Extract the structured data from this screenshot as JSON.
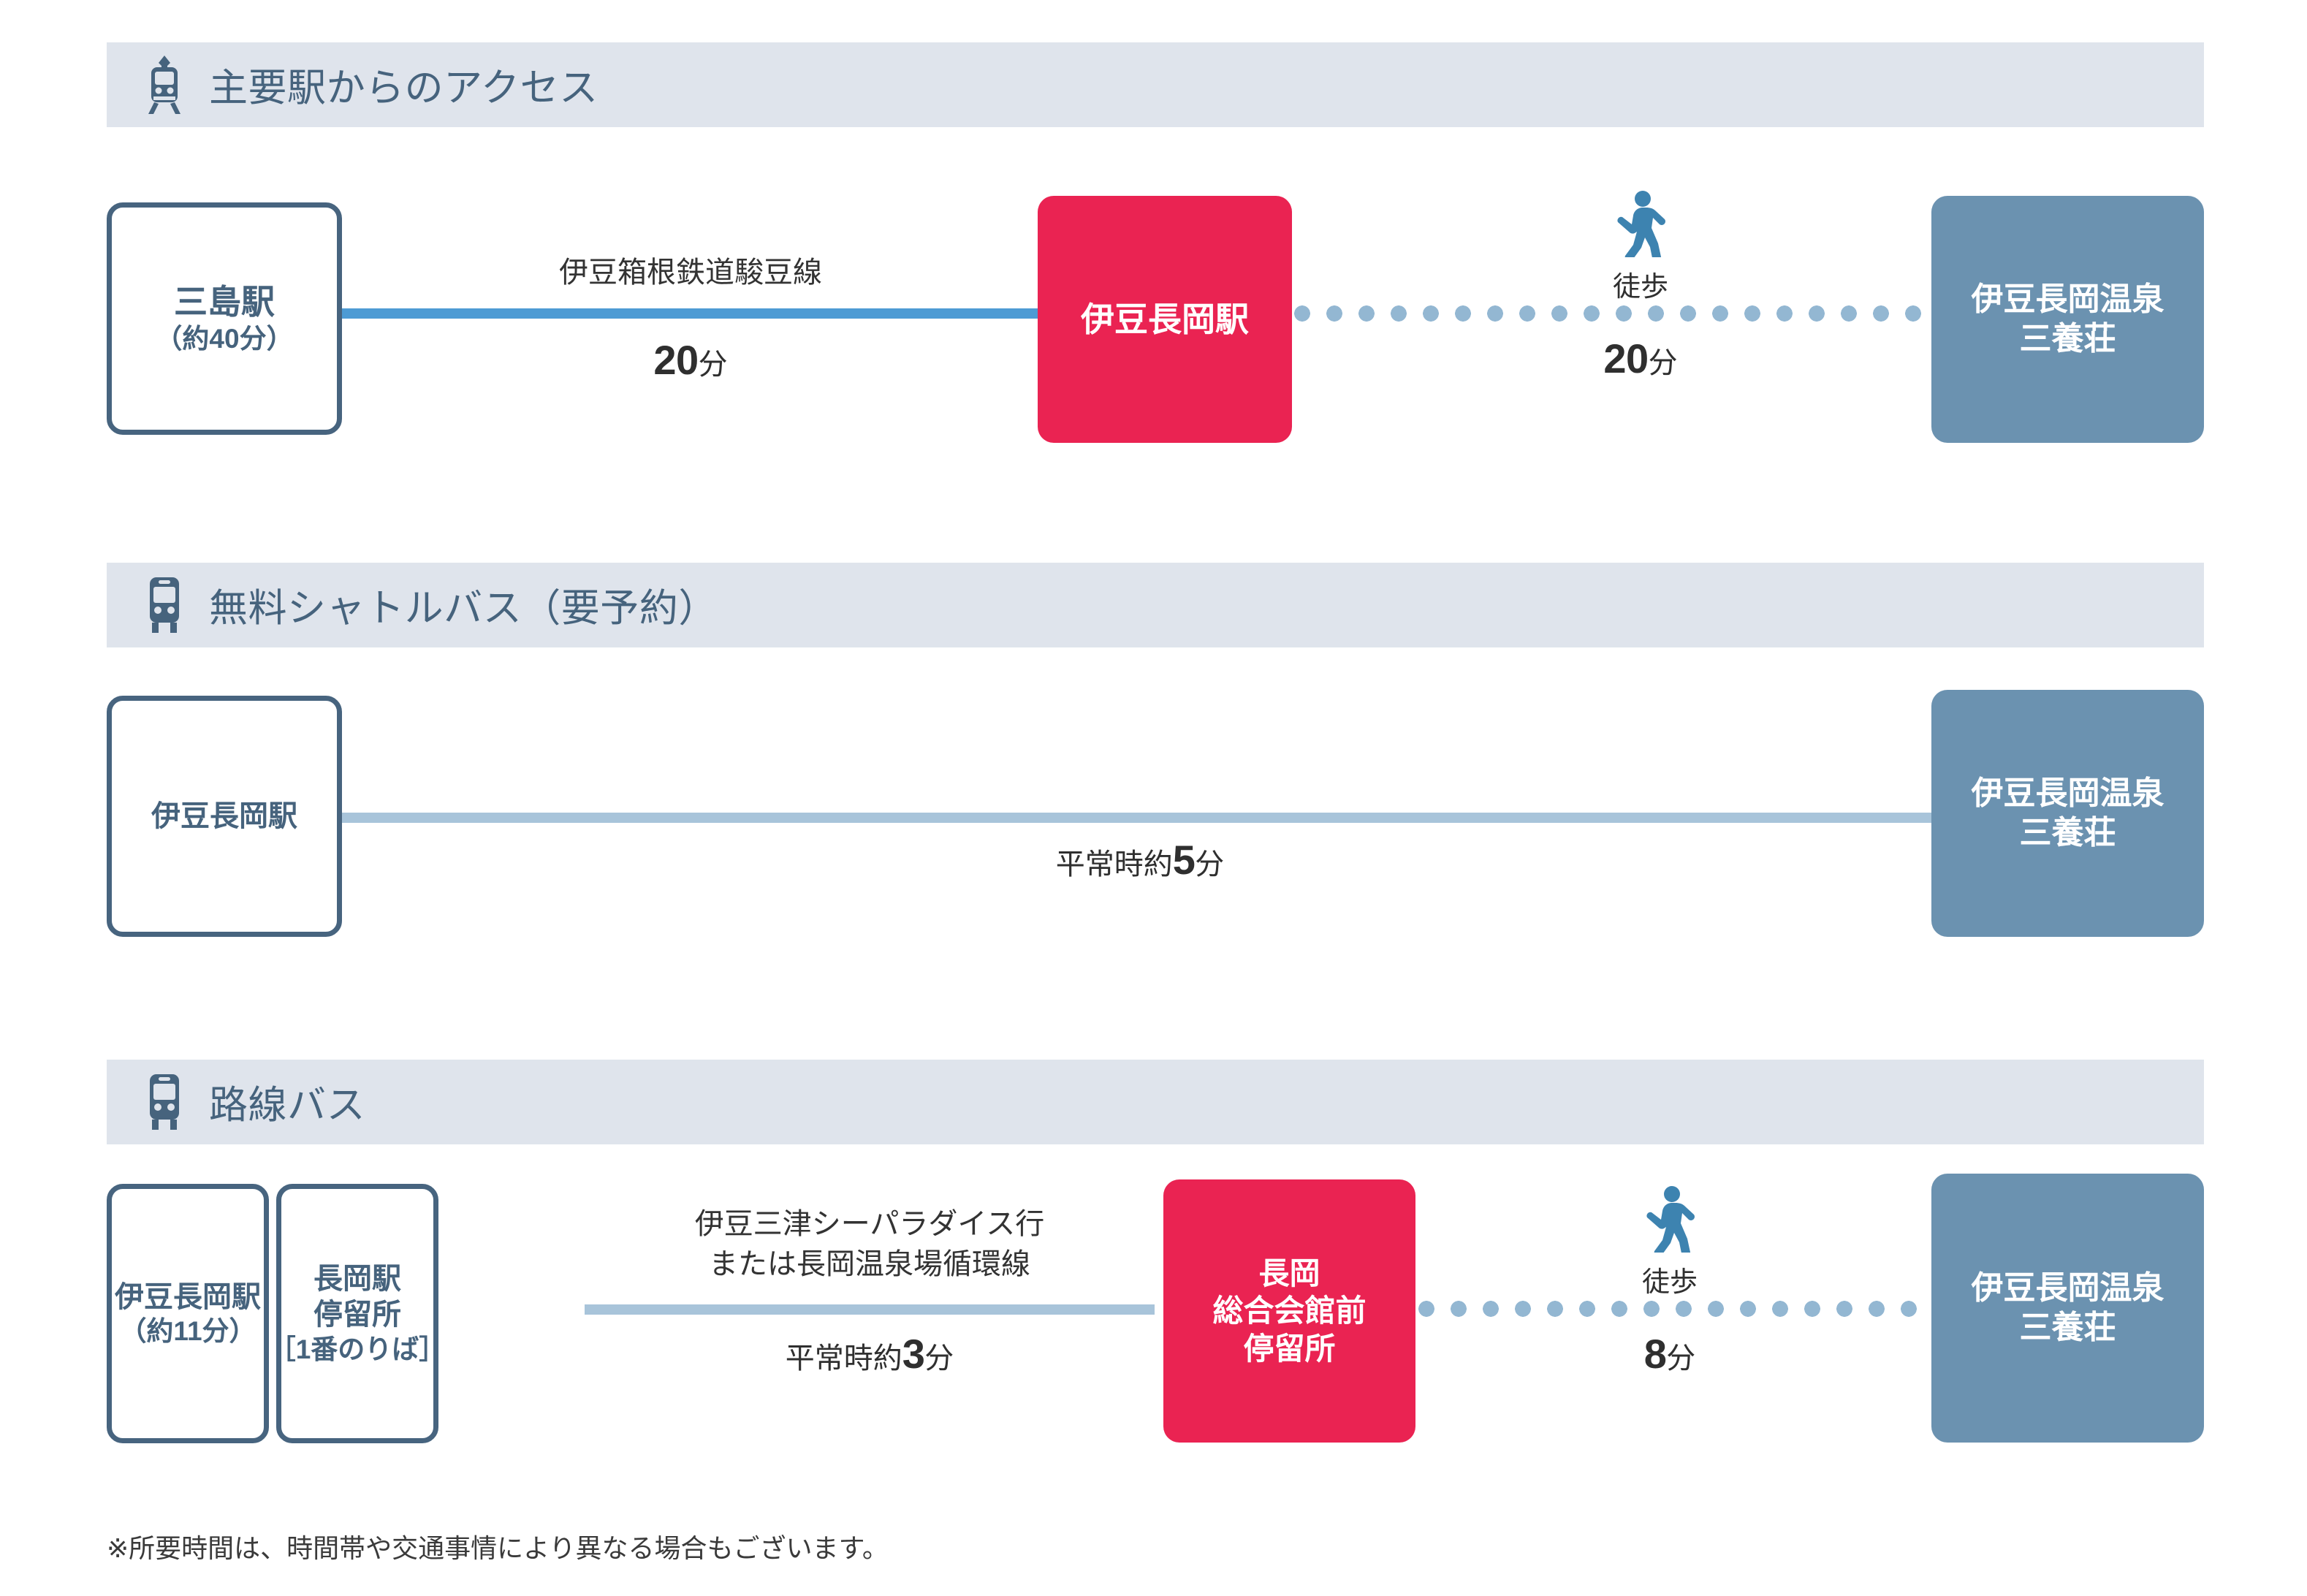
{
  "colors": {
    "header_bg": "#dfe4ec",
    "header_text": "#46637d",
    "outline_border": "#47647f",
    "pink": "#ea2352",
    "steel_blue": "#6b92b0",
    "line_blue": "#4d9bd4",
    "line_light_blue": "#a8c4da",
    "dot_blue": "#93b7d2",
    "body_text": "#2f2f2f"
  },
  "sections": [
    {
      "id": "train",
      "icon": "train-icon",
      "title": "主要駅からのアクセス",
      "nodes": {
        "origin": {
          "line1": "三島駅",
          "line2": "（約40分）"
        },
        "transfer": {
          "line1": "伊豆長岡駅"
        },
        "destination": {
          "line1": "伊豆長岡温泉",
          "line2": "三養荘"
        }
      },
      "segments": [
        {
          "kind": "solid",
          "label_top": "伊豆箱根鉄道駿豆線",
          "pre_text": "",
          "number": "20",
          "unit": "分"
        },
        {
          "kind": "dotted",
          "icon": "walking-person-icon",
          "label_top": "徒歩",
          "pre_text": "",
          "number": "20",
          "unit": "分"
        }
      ]
    },
    {
      "id": "shuttle",
      "icon": "bus-icon",
      "title": "無料シャトルバス（要予約）",
      "nodes": {
        "origin": {
          "line1": "伊豆長岡駅"
        },
        "destination": {
          "line1": "伊豆長岡温泉",
          "line2": "三養荘"
        }
      },
      "segments": [
        {
          "kind": "solid-light",
          "label_top": "",
          "pre_text": "平常時約",
          "number": "5",
          "unit": "分"
        }
      ]
    },
    {
      "id": "localbus",
      "icon": "bus-icon",
      "title": "路線バス",
      "nodes": {
        "origin": {
          "line1": "伊豆長岡駅",
          "line2": "（約11分）"
        },
        "stop": {
          "line1": "長岡駅",
          "line2": "停留所",
          "line3": "［1番のりば］"
        },
        "transfer": {
          "line1": "長岡",
          "line2": "総合会館前",
          "line3": "停留所"
        },
        "destination": {
          "line1": "伊豆長岡温泉",
          "line2": "三養荘"
        }
      },
      "segments": [
        {
          "kind": "solid-light",
          "label_top_line1": "伊豆三津シーパラダイス行",
          "label_top_line2": "または長岡温泉場循環線",
          "pre_text": "平常時約",
          "number": "3",
          "unit": "分"
        },
        {
          "kind": "dotted",
          "icon": "walking-person-icon",
          "label_top": "徒歩",
          "pre_text": "",
          "number": "8",
          "unit": "分"
        }
      ]
    }
  ],
  "footnote": "※所要時間は、時間帯や交通事情により異なる場合もございます。"
}
